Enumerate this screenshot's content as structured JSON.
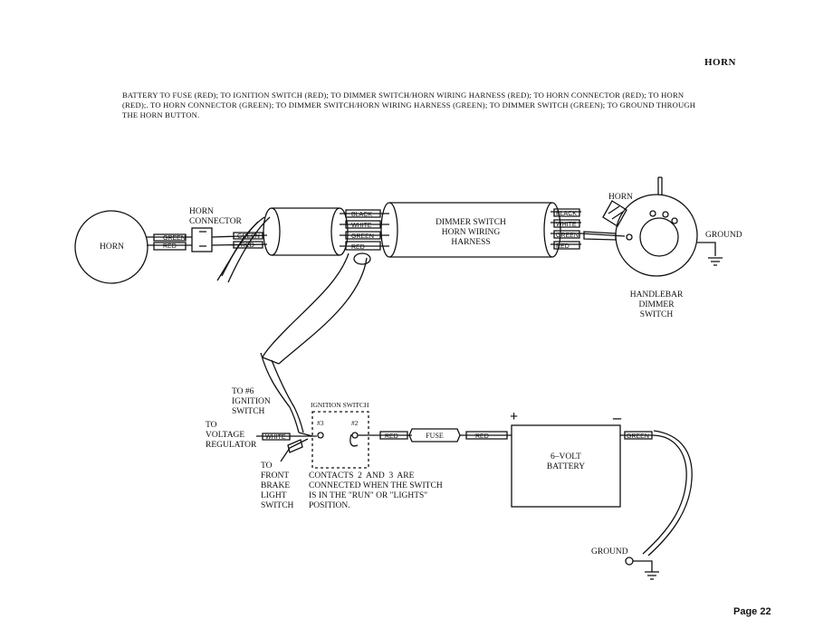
{
  "header": {
    "section_title": "HORN"
  },
  "description": "BATTERY TO FUSE (RED); TO IGNITION SWITCH (RED); TO DIMMER SWITCH/HORN WIRING HARNESS (RED); TO HORN CONNECTOR (RED); TO HORN (RED);. TO HORN CONNECTOR (GREEN); TO DIMMER SWITCH/HORN WIRING HARNESS (GREEN); TO DIMMER SWITCH (GREEN); TO GROUND THROUGH THE HORN BUTTON.",
  "labels": {
    "horn": "HORN",
    "horn_connector_1": "HORN",
    "horn_connector_2": "CONNECTOR",
    "harness_1": "DIMMER SWITCH",
    "harness_2": "HORN WIRING",
    "harness_3": "HARNESS",
    "horn_button": "HORN",
    "ground_top": "GROUND",
    "handlebar_1": "HANDLEBAR",
    "handlebar_2": "DIMMER",
    "handlebar_3": "SWITCH",
    "to6_1": "TO #6",
    "to6_2": "IGNITION",
    "to6_3": "SWITCH",
    "ignition_switch": "IGNITION SWITCH",
    "contact_3": "#3",
    "contact_2": "#2",
    "to_voltage_1": "TO",
    "to_voltage_2": "VOLTAGE",
    "to_voltage_3": "REGULATOR",
    "front_brake_1": "TO",
    "front_brake_2": "FRONT",
    "front_brake_3": "BRAKE",
    "front_brake_4": "LIGHT",
    "front_brake_5": "SWITCH",
    "contacts_note_1": "CONTACTS  2  AND  3  ARE",
    "contacts_note_2": "CONNECTED WHEN THE SWITCH",
    "contacts_note_3": "IS IN THE \"RUN\" OR \"LIGHTS\"",
    "contacts_note_4": "POSITION.",
    "fuse": "FUSE",
    "battery_1": "6–VOLT",
    "battery_2": "BATTERY",
    "plus": "+",
    "minus": "–",
    "ground_bottom": "GROUND"
  },
  "wire_labels": {
    "green": "GREEN",
    "red": "RED",
    "black": "BLACK",
    "white": "WHITE"
  },
  "footer": {
    "page": "Page 22"
  }
}
